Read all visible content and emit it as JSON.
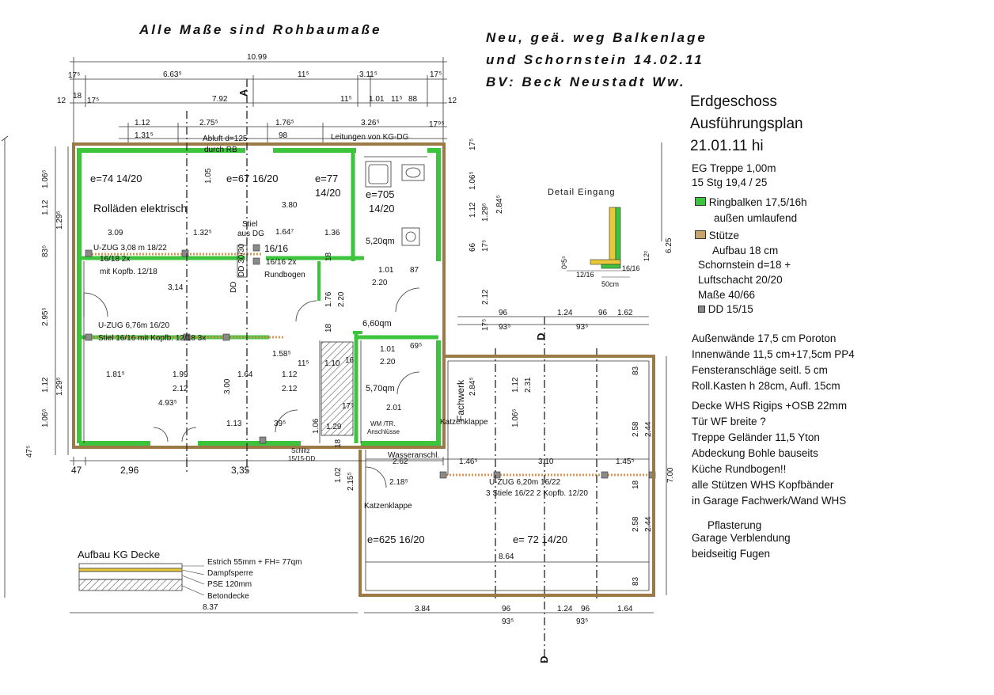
{
  "header": {
    "title": "Alle Maße sind Rohbaumaße",
    "revision_line1": "Neu, geä. weg Balkenlage",
    "revision_line2": "und Schornstein 14.02.11",
    "project": "BV: Beck Neustadt Ww."
  },
  "plan_title": {
    "line1": "Erdgeschoss",
    "line2": "Ausführungsplan",
    "line3": "21.01.11 hi"
  },
  "stairs": {
    "line1": "EG Treppe 1,00m",
    "line2": "15 Stg 19,4 / 25"
  },
  "legend": {
    "ringbalken_line1": "Ringbalken 17,5/16h",
    "ringbalken_line2": "außen umlaufend",
    "stuetze": "Stütze",
    "aufbau": "Aufbau 18 cm",
    "schornstein_line1": "Schornstein d=18 +",
    "schornstein_line2": "Luftschacht 20/20",
    "masse": "Maße 40/66",
    "dd": "DD 15/15",
    "colors": {
      "ringbalken": "#3cc43c",
      "stuetze": "#c9a46a",
      "dd": "#8a8a8a",
      "wall": "#9c7a45"
    }
  },
  "notes": [
    "Außenwände 17,5 cm Poroton",
    "Innenwände 11,5 cm+17,5cm  PP4",
    "Fensteranschläge seitl. 5 cm",
    "Roll.Kasten h 28cm, Aufl. 15cm",
    "Decke WHS Rigips +OSB 22mm",
    "Tür WF breite ?",
    "Treppe Geländer 11,5 Yton",
    "Abdeckung Bohle bauseits",
    "Küche Rundbogen!!",
    "alle Stützen WHS Kopfbänder",
    "in Garage Fachwerk/Wand WHS"
  ],
  "pflaster": {
    "line1": "Pflasterung",
    "line2": "Garage Verblendung",
    "line3": "beidseitig Fugen"
  },
  "detail": {
    "title": "Detail Eingang",
    "d1": "12/16",
    "d2": "16/16",
    "d3": "50cm",
    "d4": "12²",
    "d5": "0²5⁵"
  },
  "kg_decke": {
    "title": "Aufbau KG Decke",
    "layer1": "Estrich 55mm + FH= 77qm",
    "layer2": "Dampfsperre",
    "layer3": "PSE 120mm",
    "layer4": "Betondecke",
    "width": "8.37"
  },
  "rooms": {
    "r1": "e=74 14/20",
    "r1_note": "Rolläden elektrisch",
    "r2": "e=67 16/20",
    "r3a": "e=77",
    "r3b": "14/20",
    "r4a": "e=705",
    "r4b": "14/20",
    "bath_area": "5,20qm",
    "hall_area": "6,60qm",
    "wc_area": "5,70qm",
    "garage1": "e=625 16/20",
    "garage2": "e= 72 14/20",
    "garage_width": "8.64",
    "fachwerk": "Fachwerk"
  },
  "labels": {
    "abluft1": "Abluft d=125",
    "abluft2": "durch RB",
    "leitungen": "Leitungen von KG-DG",
    "stiel1": "Stiel",
    "stiel2": "aus DG",
    "stiel_dim": "1.64⁷",
    "post1": "16/16",
    "post2": "16/16  2x",
    "rundbogen": "Rundbogen",
    "uzug1": "U-ZUG  3,08 m 18/22",
    "uzug1b": "16/18 2x",
    "uzug1c": "mit Kopfb. 12/18",
    "uzug2": "U-ZUG  6,76m 16/20",
    "uzug2b": "Stiel 16/16 mit Kopfb. 12/18 3x",
    "uzug3": "U-ZUG  6,20m 16/22",
    "uzug3b": "3 Stiele 16/22 2 Kopfb. 12/20",
    "dd": "DD 30/30",
    "dd_b": "DD",
    "wm1": "WM /TR.",
    "wm2": "Anschlüsse",
    "wasser": "Wasseranschl.",
    "katzen1": "Katzenklappe",
    "katzen2": "Katzenklappe",
    "schlitz1": "Schlitz",
    "schlitz2": "15/15-DD",
    "section_a": "A",
    "section_d": "D"
  },
  "dims_top": {
    "total": "10.99",
    "r1_a": "17⁵",
    "r1_b": "6.63⁵",
    "r1_c": "11⁵",
    "r1_d": "3.11⁵",
    "r1_e": "17⁵",
    "r2_a": "12",
    "r2_b": "18",
    "r2_c": "17⁵",
    "r2_d": "7.92",
    "r2_e": "11⁵",
    "r2_f": "1.01",
    "r2_g": "11⁵",
    "r2_h": "88",
    "r2_i": "12",
    "r3_a": "1.12",
    "r3_b": "2.75⁵",
    "r3_c": "1.76⁵",
    "r3_d": "3.26⁵",
    "r3_e": "17⁹⁵",
    "r4_a": "1.31⁵",
    "r4_b": "98"
  },
  "dims_left": {
    "a": "1.06⁵",
    "b": "1.12",
    "c": "1.29⁵",
    "d": "83⁵",
    "e": "2.95⁵",
    "f": "1.12",
    "g": "1.29⁵",
    "h": "1.06⁵",
    "i": "47⁵"
  },
  "dims_right": {
    "a": "17⁵",
    "b": "1.06⁵",
    "c": "1.12",
    "d": "1.29⁵",
    "e": "2.84⁵",
    "f": "6.25",
    "g": "66",
    "h": "17⁵",
    "i": "2.12",
    "j": "17⁵",
    "k": "96",
    "l": "1.24",
    "m": "96",
    "n": "1.62",
    "o": "93⁵",
    "p": "93⁵",
    "q": "83",
    "r": "2.58",
    "s": "2.44",
    "t": "7.00",
    "u": "18",
    "v": "2.58",
    "w": "2.44",
    "x": "83"
  },
  "dims_inner": {
    "a": "3.09",
    "b": "1.32⁵",
    "c": "1.36",
    "d": "3.80",
    "e": "3,14",
    "f": "1.05",
    "g": "1.01",
    "h": "87",
    "i": "2.20",
    "j": "1.76",
    "k": "2.20",
    "l": "18",
    "m": "18",
    "n": "1.58⁵",
    "o": "11⁵",
    "p": "1.10",
    "q": "16",
    "r": "1.01",
    "s": "69⁵",
    "t": "2.20",
    "u": "1.81⁵",
    "v": "1.99",
    "w": "2.12",
    "x": "1.64",
    "y": "1.12",
    "z": "2.12",
    "aa": "3.00",
    "ab": "4.93⁵",
    "ac": "1.13",
    "ad": "39⁵",
    "ae": "1.29",
    "af": "1.06",
    "ag": "2.01",
    "ah": "17⁵",
    "ai": "2.84⁵",
    "aj": "1.12",
    "ak": "2.31",
    "al": "1.06⁵",
    "am": "2.62",
    "an": "2.15⁵",
    "ao": "2.18⁵",
    "ap": "1.02",
    "aq": "1.46⁵",
    "ar": "3.10",
    "as": "1.45⁵",
    "at": "18"
  },
  "dims_bottom": {
    "a": "47",
    "b": "2,96",
    "c": "3,35",
    "d": "3.84",
    "e": "96",
    "f": "1.24",
    "g": "96",
    "h": "1.64",
    "i": "93⁵",
    "j": "93⁵"
  }
}
